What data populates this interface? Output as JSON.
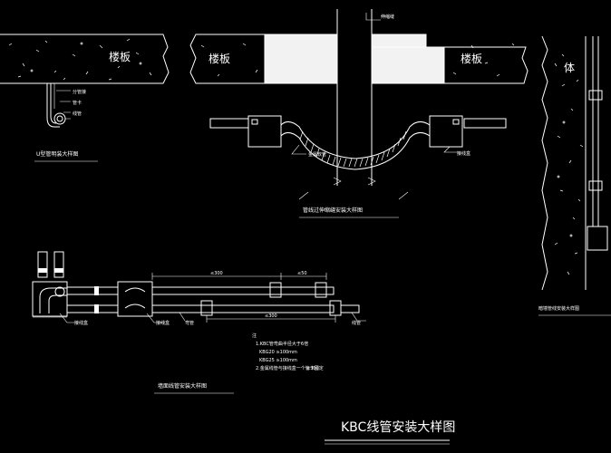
{
  "colors": {
    "background": "#000000",
    "lines": "#ffffff"
  },
  "detail1": {
    "slab_label": "楼板",
    "part_labels": [
      "分管接",
      "管卡",
      "线管"
    ],
    "caption": "U型管明装大样图"
  },
  "detail2": {
    "slab_left": "楼板",
    "slab_right": "楼板",
    "top_label": "伸缩缝",
    "label_hose": "金属软管",
    "label_box": "接线盒",
    "caption": "管线过伸缩缝安装大样图"
  },
  "detail3": {
    "wall_label": "体",
    "caption": "暗墙管线安装大样图"
  },
  "detail4": {
    "dim_top1": "≤300",
    "dim_top2": "≤50",
    "dim_bottom": "≤300",
    "label_box": "接线盒",
    "label_bend": "弯管",
    "label_tube": "线管",
    "notes": [
      "注",
      "1.KBC管弯曲半径大于6倍",
      "KBG20 ≥100mm",
      "KBG25 ≥100mm",
      "2.金属线管与接线盒一个管卡固定",
      "≤300"
    ],
    "caption": "墙面线管安装大样图"
  },
  "main_title": "KBC线管安装大样图"
}
